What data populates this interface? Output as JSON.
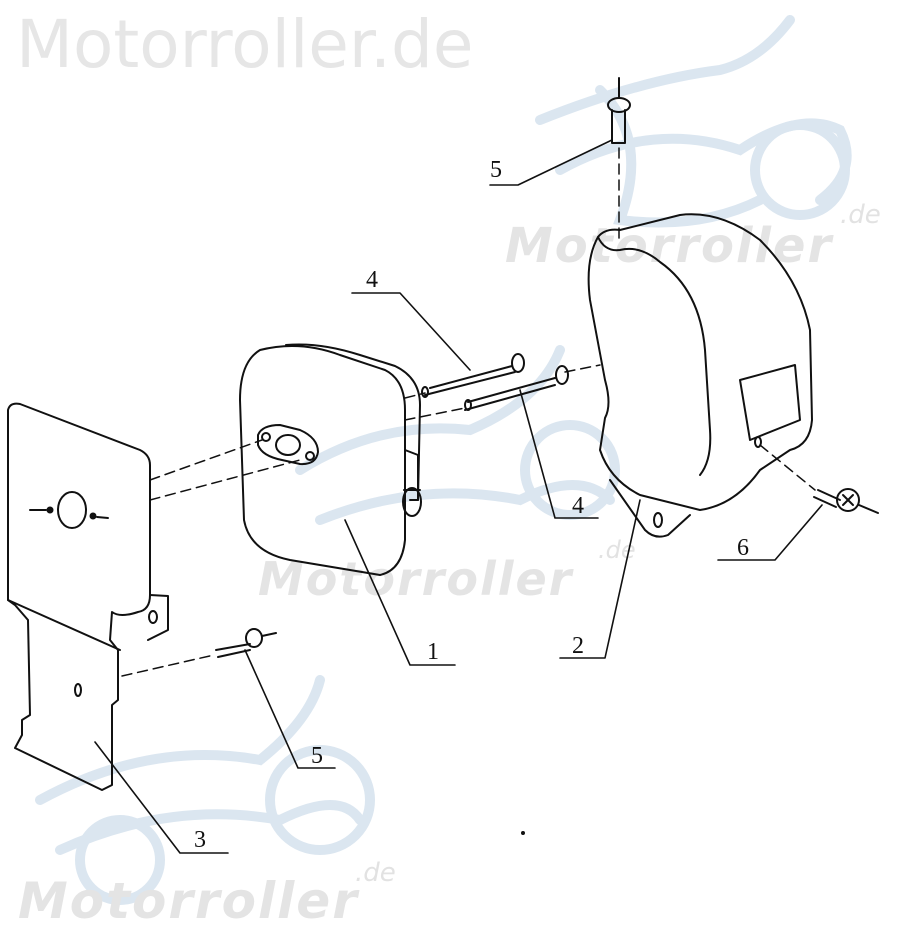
{
  "watermarks": {
    "top": "Motorroller.de",
    "mid_right": "Motorroller",
    "mid_right_suffix": ".de",
    "center": "Motorroller",
    "center_suffix": ".de",
    "bottom": "Motorroller",
    "bottom_suffix": ".de"
  },
  "diagram": {
    "type": "exploded parts diagram",
    "subject": "exhaust muffler with heat shield and bracket",
    "callouts": [
      {
        "id": "1",
        "label": "1",
        "part": "muffler body"
      },
      {
        "id": "2",
        "label": "2",
        "part": "muffler heat shield cover"
      },
      {
        "id": "3",
        "label": "3",
        "part": "mounting bracket plate"
      },
      {
        "id": "4a",
        "label": "4",
        "part": "long bolt (upper)"
      },
      {
        "id": "4b",
        "label": "4",
        "part": "long bolt (lower)"
      },
      {
        "id": "5a",
        "label": "5",
        "part": "screw (top)"
      },
      {
        "id": "5b",
        "label": "5",
        "part": "screw (bottom)"
      },
      {
        "id": "6",
        "label": "6",
        "part": "cross-head screw"
      }
    ]
  },
  "colors": {
    "line": "#111111",
    "watermark_gray": "#e4e4e4",
    "watermark_blue": "#dbe6f0"
  }
}
